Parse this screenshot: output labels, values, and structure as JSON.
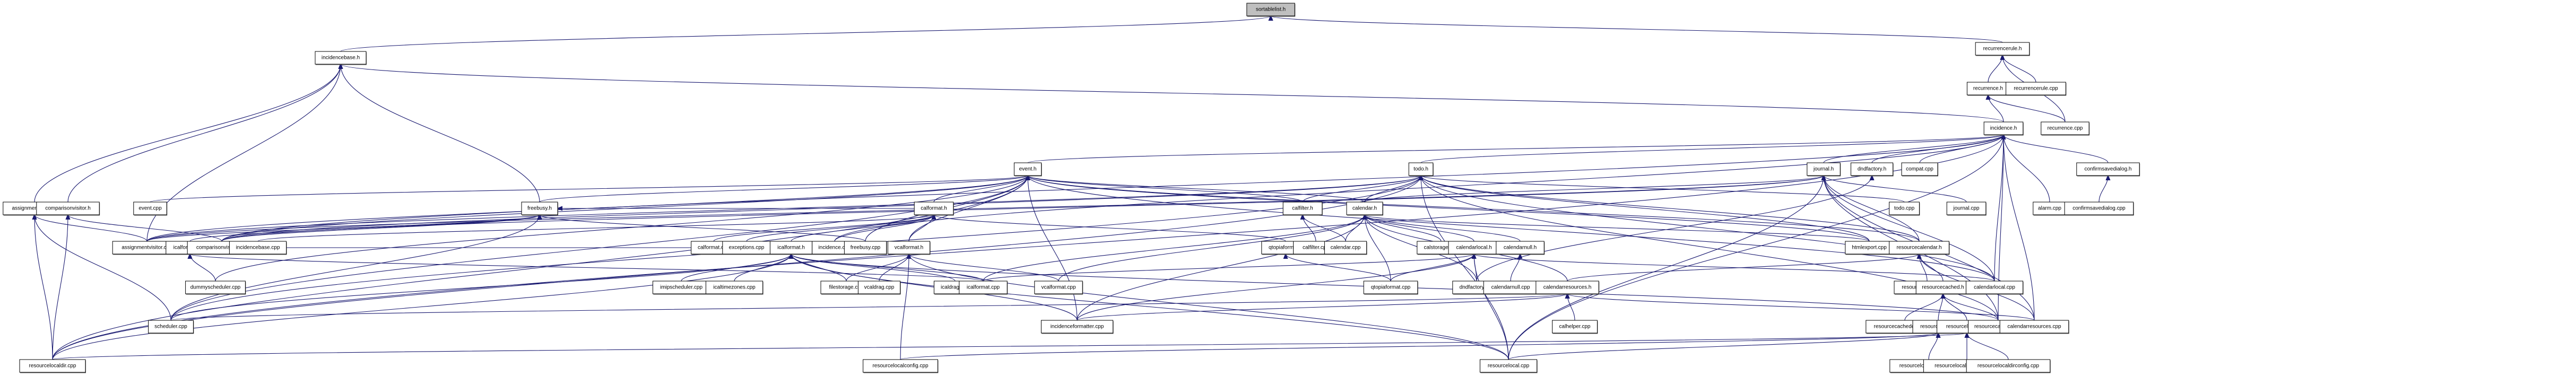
{
  "title": "sortablelist.h include dependency graph",
  "colors": {
    "edge": "#191970",
    "root_fill": "#bfbfbf",
    "node_fill": "#ffffff",
    "border": "#000000"
  },
  "root": "sortablelist.h",
  "nodes": [
    "sortablelist.h",
    "incidencebase.h",
    "recurrencerule.h",
    "recurrence.h",
    "recurrencerule.cpp",
    "incidence.h",
    "recurrence.cpp",
    "event.h",
    "todo.h",
    "journal.h",
    "dndfactory.h",
    "compat.cpp",
    "confirmsavedialog.h",
    "assignmentvisitor.h",
    "comparisonvisitor.h",
    "event.cpp",
    "freebusy.h",
    "calformat.h",
    "calfilter.h",
    "calendar.h",
    "todo.cpp",
    "journal.cpp",
    "alarm.cpp",
    "confirmsavedialog.cpp",
    "assignmentvisitor.cpp",
    "icalformat_p.h",
    "comparisonvisitor.cpp",
    "incidencebase.cpp",
    "calformat.cpp",
    "exceptions.cpp",
    "icalformat.h",
    "incidence.cpp",
    "freebusy.cpp",
    "vcalformat.h",
    "qtopiaformat.h",
    "calfilter.cpp",
    "calendar.cpp",
    "calstorage.cpp",
    "calendarlocal.h",
    "calendarnull.h",
    "htmlexport.cpp",
    "resourcecalendar.h",
    "dummyscheduler.cpp",
    "imipscheduler.cpp",
    "icaltimezones.cpp",
    "filestorage.cpp",
    "vcaldrag.cpp",
    "icaldrag.cpp",
    "icalformat.cpp",
    "vcalformat.cpp",
    "qtopiaformat.cpp",
    "dndfactory.cpp",
    "calendarnull.cpp",
    "calendarresources.h",
    "resourcecalendar.cpp",
    "resourcecached.h",
    "calendarlocal.cpp",
    "scheduler.cpp",
    "incidenceformatter.cpp",
    "calhelper.cpp",
    "resourcecachedconfig.cpp",
    "resourcelocal.h",
    "resourcelocaldir.h",
    "resourcecached.cpp",
    "calendarresources.cpp",
    "resourcelocaldir.cpp",
    "resourcelocalconfig.cpp",
    "resourcelocal.cpp",
    "resourcelocal_plugin.cpp",
    "resourcelocaldir_plugin.cpp",
    "resourcelocaldirconfig.cpp"
  ],
  "edges": [
    [
      "incidencebase.h",
      "sortablelist.h"
    ],
    [
      "recurrencerule.h",
      "sortablelist.h"
    ],
    [
      "recurrence.h",
      "recurrencerule.h"
    ],
    [
      "recurrencerule.cpp",
      "recurrencerule.h"
    ],
    [
      "recurrence.cpp",
      "recurrencerule.h"
    ],
    [
      "incidence.h",
      "incidencebase.h"
    ],
    [
      "incidence.h",
      "recurrence.h"
    ],
    [
      "recurrence.cpp",
      "recurrence.h"
    ],
    [
      "assignmentvisitor.h",
      "incidencebase.h"
    ],
    [
      "comparisonvisitor.h",
      "incidencebase.h"
    ],
    [
      "freebusy.h",
      "incidencebase.h"
    ],
    [
      "assignmentvisitor.cpp",
      "incidencebase.h"
    ],
    [
      "event.h",
      "incidence.h"
    ],
    [
      "todo.h",
      "incidence.h"
    ],
    [
      "journal.h",
      "incidence.h"
    ],
    [
      "dndfactory.h",
      "incidence.h"
    ],
    [
      "compat.cpp",
      "incidence.h"
    ],
    [
      "confirmsavedialog.h",
      "incidence.h"
    ],
    [
      "alarm.cpp",
      "incidence.h"
    ],
    [
      "incidence.cpp",
      "incidence.h"
    ],
    [
      "calendarlocal.cpp",
      "incidence.h"
    ],
    [
      "resourcecached.cpp",
      "incidence.h"
    ],
    [
      "calendarresources.cpp",
      "incidence.h"
    ],
    [
      "resourcelocal.cpp",
      "incidence.h"
    ],
    [
      "resourcelocaldir.cpp",
      "incidence.h"
    ],
    [
      "comparisonvisitor.cpp",
      "incidence.h"
    ],
    [
      "confirmsavedialog.cpp",
      "confirmsavedialog.h"
    ],
    [
      "event.cpp",
      "event.h"
    ],
    [
      "freebusy.h",
      "event.h"
    ],
    [
      "calformat.h",
      "event.h"
    ],
    [
      "calfilter.h",
      "event.h"
    ],
    [
      "calendar.h",
      "event.h"
    ],
    [
      "assignmentvisitor.cpp",
      "event.h"
    ],
    [
      "comparisonvisitor.cpp",
      "event.h"
    ],
    [
      "scheduler.cpp",
      "event.h"
    ],
    [
      "resourcelocaldir.cpp",
      "event.h"
    ],
    [
      "htmlexport.cpp",
      "event.h"
    ],
    [
      "incidenceformatter.cpp",
      "event.h"
    ],
    [
      "vcalformat.h",
      "event.h"
    ],
    [
      "resourcecalendar.h",
      "event.h"
    ],
    [
      "freebusy.cpp",
      "event.h"
    ],
    [
      "calendarlocal.cpp",
      "event.h"
    ],
    [
      "dummyscheduler.cpp",
      "event.h"
    ],
    [
      "calfilter.h",
      "todo.h"
    ],
    [
      "calendar.h",
      "todo.h"
    ],
    [
      "todo.cpp",
      "todo.h"
    ],
    [
      "htmlexport.cpp",
      "todo.h"
    ],
    [
      "resourcecalendar.h",
      "todo.h"
    ],
    [
      "assignmentvisitor.cpp",
      "todo.h"
    ],
    [
      "comparisonvisitor.cpp",
      "todo.h"
    ],
    [
      "scheduler.cpp",
      "todo.h"
    ],
    [
      "resourcelocaldir.cpp",
      "todo.h"
    ],
    [
      "calendarlocal.cpp",
      "todo.h"
    ],
    [
      "resourcelocal.cpp",
      "todo.h"
    ],
    [
      "resourcecached.cpp",
      "todo.h"
    ],
    [
      "calendar.h",
      "journal.h"
    ],
    [
      "journal.cpp",
      "journal.h"
    ],
    [
      "resourcecalendar.h",
      "journal.h"
    ],
    [
      "calendarlocal.cpp",
      "journal.h"
    ],
    [
      "resourcecached.cpp",
      "journal.h"
    ],
    [
      "calendarresources.cpp",
      "journal.h"
    ],
    [
      "assignmentvisitor.cpp",
      "journal.h"
    ],
    [
      "comparisonvisitor.cpp",
      "journal.h"
    ],
    [
      "resourcelocal.cpp",
      "journal.h"
    ],
    [
      "dndfactory.cpp",
      "dndfactory.h"
    ],
    [
      "assignmentvisitor.cpp",
      "assignmentvisitor.h"
    ],
    [
      "scheduler.cpp",
      "assignmentvisitor.h"
    ],
    [
      "resourcelocaldir.cpp",
      "assignmentvisitor.h"
    ],
    [
      "comparisonvisitor.cpp",
      "comparisonvisitor.h"
    ],
    [
      "resourcelocaldir.cpp",
      "comparisonvisitor.h"
    ],
    [
      "calformat.h",
      "freebusy.h"
    ],
    [
      "comparisonvisitor.cpp",
      "freebusy.h"
    ],
    [
      "assignmentvisitor.cpp",
      "freebusy.h"
    ],
    [
      "icalformat_p.h",
      "freebusy.h"
    ],
    [
      "freebusy.cpp",
      "freebusy.h"
    ],
    [
      "scheduler.cpp",
      "freebusy.h"
    ],
    [
      "icalformat.h",
      "calformat.h"
    ],
    [
      "vcalformat.h",
      "calformat.h"
    ],
    [
      "qtopiaformat.h",
      "calformat.h"
    ],
    [
      "calformat.cpp",
      "calformat.h"
    ],
    [
      "exceptions.cpp",
      "calformat.h"
    ],
    [
      "incidence.cpp",
      "calformat.h"
    ],
    [
      "incidencebase.cpp",
      "calformat.h"
    ],
    [
      "calfilter.cpp",
      "calfilter.h"
    ],
    [
      "calendar.cpp",
      "calfilter.h"
    ],
    [
      "calendar.cpp",
      "calendar.h"
    ],
    [
      "calstorage.cpp",
      "calendar.h"
    ],
    [
      "calendarlocal.h",
      "calendar.h"
    ],
    [
      "calendarnull.h",
      "calendar.h"
    ],
    [
      "calendarresources.h",
      "calendar.h"
    ],
    [
      "icalformat.cpp",
      "calendar.h"
    ],
    [
      "vcalformat.cpp",
      "calendar.h"
    ],
    [
      "qtopiaformat.cpp",
      "calendar.h"
    ],
    [
      "dndfactory.cpp",
      "calendar.h"
    ],
    [
      "incidenceformatter.cpp",
      "calendar.h"
    ],
    [
      "htmlexport.cpp",
      "calendar.h"
    ],
    [
      "calendarnull.cpp",
      "calendarnull.h"
    ],
    [
      "dndfactory.cpp",
      "calendarlocal.h"
    ],
    [
      "qtopiaformat.cpp",
      "calendarlocal.h"
    ],
    [
      "icalformat.cpp",
      "calendarlocal.h"
    ],
    [
      "incidenceformatter.cpp",
      "calendarlocal.h"
    ],
    [
      "resourcelocal.cpp",
      "calendarlocal.h"
    ],
    [
      "calendarlocal.cpp",
      "calendarlocal.h"
    ],
    [
      "calendarresources.h",
      "resourcecalendar.h"
    ],
    [
      "resourcecalendar.cpp",
      "resourcecalendar.h"
    ],
    [
      "resourcecached.h",
      "resourcecalendar.h"
    ],
    [
      "calendarresources.cpp",
      "resourcecalendar.h"
    ],
    [
      "icalformat_p.h",
      "icalformat.h"
    ],
    [
      "icaltimezones.cpp",
      "icalformat.h"
    ],
    [
      "filestorage.cpp",
      "icalformat.h"
    ],
    [
      "icaldrag.cpp",
      "icalformat.h"
    ],
    [
      "icalformat.cpp",
      "icalformat.h"
    ],
    [
      "scheduler.cpp",
      "icalformat.h"
    ],
    [
      "resourcelocaldir.cpp",
      "icalformat.h"
    ],
    [
      "resourcelocal.cpp",
      "icalformat.h"
    ],
    [
      "resourcecached.cpp",
      "icalformat.h"
    ],
    [
      "imipscheduler.cpp",
      "icalformat.h"
    ],
    [
      "incidenceformatter.cpp",
      "icalformat.h"
    ],
    [
      "filestorage.cpp",
      "vcalformat.h"
    ],
    [
      "vcaldrag.cpp",
      "vcalformat.h"
    ],
    [
      "vcalformat.cpp",
      "vcalformat.h"
    ],
    [
      "resourcelocalconfig.cpp",
      "vcalformat.h"
    ],
    [
      "resourcelocal.cpp",
      "vcalformat.h"
    ],
    [
      "qtopiaformat.cpp",
      "qtopiaformat.h"
    ],
    [
      "calhelper.cpp",
      "calendarresources.h"
    ],
    [
      "calendarresources.cpp",
      "calendarresources.h"
    ],
    [
      "incidenceformatter.cpp",
      "calendarresources.h"
    ],
    [
      "scheduler.cpp",
      "calendarresources.h"
    ],
    [
      "resourcecachedconfig.cpp",
      "resourcecached.h"
    ],
    [
      "resourcelocal.h",
      "resourcecached.h"
    ],
    [
      "resourcelocaldir.h",
      "resourcecached.h"
    ],
    [
      "resourcecached.cpp",
      "resourcecached.h"
    ],
    [
      "resourcelocal_plugin.cpp",
      "resourcelocal.h"
    ],
    [
      "resourcelocal.cpp",
      "resourcelocal.h"
    ],
    [
      "resourcelocalconfig.cpp",
      "resourcelocal.h"
    ],
    [
      "resourcelocaldir_plugin.cpp",
      "resourcelocaldir.h"
    ],
    [
      "resourcelocaldirconfig.cpp",
      "resourcelocaldir.h"
    ],
    [
      "resourcelocaldir.cpp",
      "resourcelocaldir.h"
    ],
    [
      "dummyscheduler.cpp",
      "icalformat_p.h"
    ],
    [
      "icalformat.cpp",
      "icalformat_p.h"
    ]
  ]
}
